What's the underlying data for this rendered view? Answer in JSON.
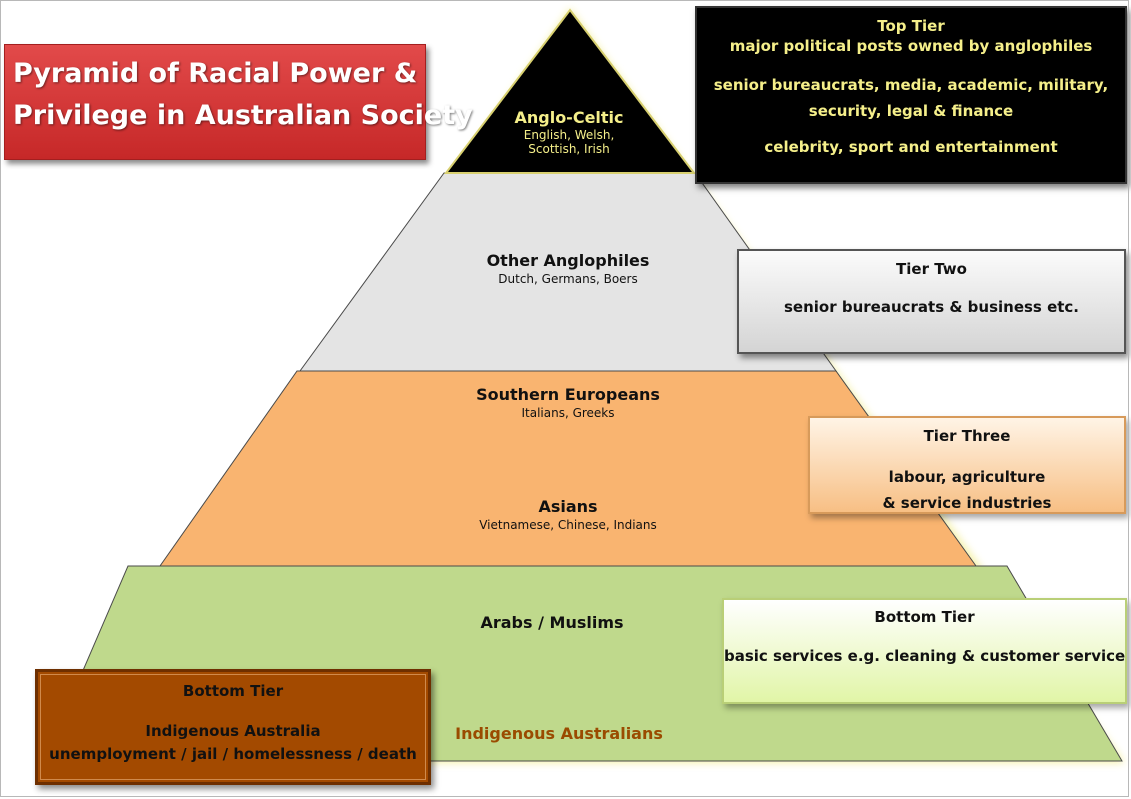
{
  "title": {
    "line1": "Pyramid of Racial Power &",
    "line2": "Privilege in Australian Society"
  },
  "pyramid": {
    "apex": {
      "main": "Anglo-Celtic",
      "sub1": "English, Welsh,",
      "sub2": "Scottish, Irish"
    },
    "level2": {
      "main": "Other Anglophiles",
      "sub": "Dutch, Germans, Boers"
    },
    "level3a": {
      "main": "Southern Europeans",
      "sub": "Italians, Greeks"
    },
    "level3b": {
      "main": "Asians",
      "sub": "Vietnamese, Chinese, Indians"
    },
    "level4a": {
      "main": "Arabs / Muslims"
    },
    "level4b": {
      "main": "Indigenous Australians"
    }
  },
  "boxes": {
    "top": {
      "heading": "Top Tier",
      "line1": "major political posts owned by anglophiles",
      "line2": "senior bureaucrats, media, academic, military,",
      "line3": "security, legal & finance",
      "line4": "celebrity, sport and entertainment"
    },
    "tier2": {
      "heading": "Tier Two",
      "line1": "senior bureaucrats & business etc."
    },
    "tier3": {
      "heading": "Tier Three",
      "line1": "labour, agriculture",
      "line2": "& service industries"
    },
    "bottom": {
      "heading": "Bottom Tier",
      "line1": "basic services e.g. cleaning & customer service"
    },
    "indigenous": {
      "heading": "Bottom Tier",
      "line1": "Indigenous Australia",
      "line2": "unemployment / jail / homelessness / death"
    }
  },
  "colors": {
    "apex": "#000000",
    "level2": "#e4e4e4",
    "level3": "#f9b470",
    "level4": "#bfd98c",
    "indigenous_text": "#9a4b00",
    "title_bg": "#d43a3a"
  }
}
